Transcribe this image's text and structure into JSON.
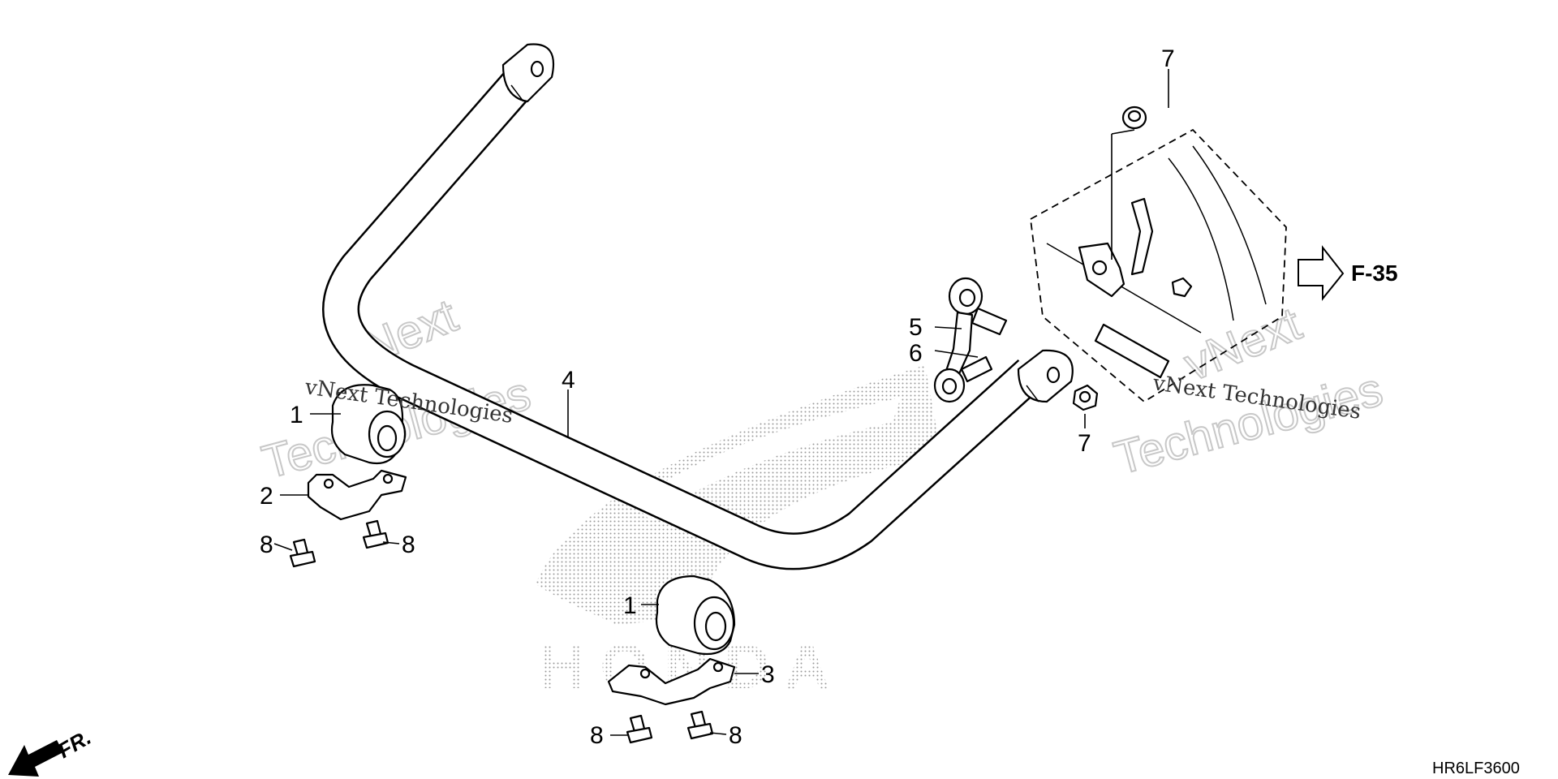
{
  "callouts": {
    "c1a": "1",
    "c1b": "1",
    "c2": "2",
    "c3": "3",
    "c4": "4",
    "c5": "5",
    "c6": "6",
    "c7a": "7",
    "c7b": "7",
    "c8a": "8",
    "c8b": "8",
    "c8c": "8",
    "c8d": "8"
  },
  "reference": {
    "label": "F-35",
    "icon": "arrow-right-outline-icon"
  },
  "direction": {
    "label": "FR.",
    "icon": "arrow-down-left-icon"
  },
  "diagram_code": "HR6LF3600",
  "watermark": {
    "brand": "HONDA",
    "line_a": "vNext Technologies",
    "line_b": "vNext",
    "line_c": "Technologies"
  },
  "colors": {
    "ink": "#000000",
    "watermark_gray": "#c8c8c8"
  }
}
